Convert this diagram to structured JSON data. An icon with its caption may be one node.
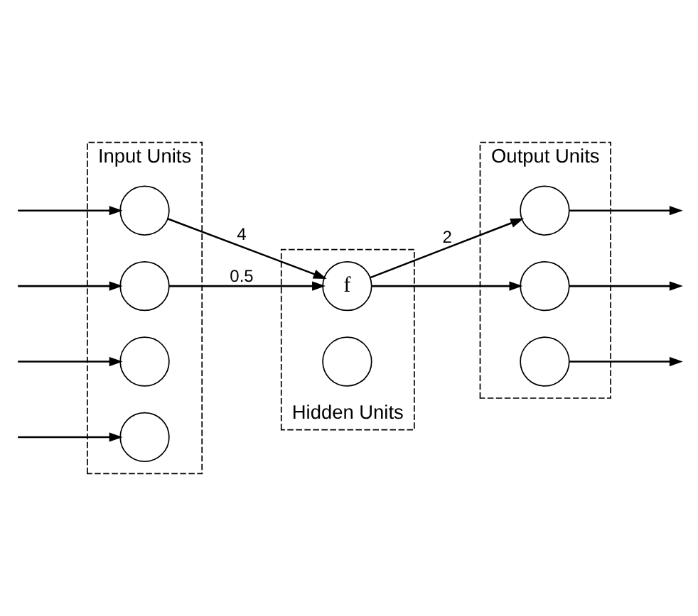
{
  "diagram": {
    "nodes": [
      {
        "text": [
          "Input Units"
        ]
      },
      {
        "text": [],
        "shape": "circle",
        "in": 0
      },
      {
        "text": [],
        "shape": "circle",
        "in": 0
      },
      {
        "text": [],
        "shape": "circle",
        "in": 0
      },
      {
        "text": [],
        "shape": "circle",
        "in": 0
      },
      {
        "text": [
          "Hidden Units"
        ]
      },
      {
        "text": [
          "f"
        ],
        "in": 5
      },
      {
        "text": [],
        "shape": "circle",
        "in": 5
      },
      {
        "text": [
          "Output Units"
        ]
      },
      {
        "text": [],
        "shape": "circle",
        "in": 8
      },
      {
        "text": [],
        "shape": "circle",
        "in": 8
      },
      {
        "text": [],
        "shape": "circle",
        "in": 8
      }
    ],
    "edges": [
      {
        "from": null,
        "to": 1,
        "arrow": "to"
      },
      {
        "from": null,
        "to": 2,
        "arrow": "to"
      },
      {
        "from": null,
        "to": 3,
        "arrow": "to"
      },
      {
        "from": null,
        "to": 4,
        "arrow": "to"
      },
      {
        "from": 1,
        "to": 6,
        "arrow": "to",
        "label": "4"
      },
      {
        "from": 2,
        "to": 6,
        "arrow": "to",
        "label": "0.5"
      },
      {
        "from": 6,
        "to": 9,
        "arrow": "to",
        "label": "2"
      },
      {
        "from": 6,
        "to": 10,
        "arrow": "to"
      },
      {
        "from": 9,
        "to": null,
        "arrow": "to"
      },
      {
        "from": 10,
        "to": null,
        "arrow": "to"
      },
      {
        "from": 11,
        "to": null,
        "arrow": "to"
      }
    ]
  }
}
